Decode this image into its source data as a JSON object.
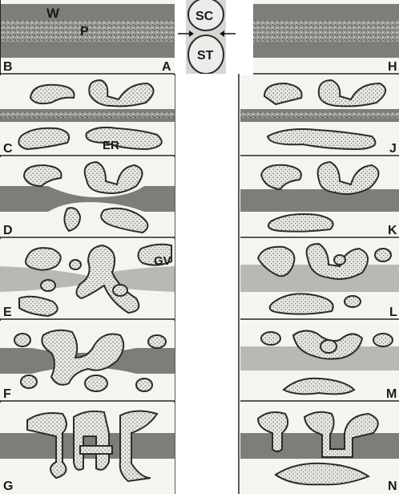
{
  "panel_labels": {
    "A": "A",
    "B": "B",
    "C": "C",
    "D": "D",
    "E": "E",
    "F": "F",
    "G": "G",
    "H": "H",
    "J": "J",
    "K": "K",
    "L": "L",
    "M": "M",
    "N": "N"
  },
  "annotations": {
    "W": "W",
    "P": "P",
    "SC": "SC",
    "ST": "ST",
    "ER": "ER",
    "GV": "GV"
  },
  "colors": {
    "cell_wall": "#7d7d7a",
    "membrane": "#2b2b2b",
    "vesicle_fill": "#ececea",
    "background": "#f4f4f1"
  }
}
